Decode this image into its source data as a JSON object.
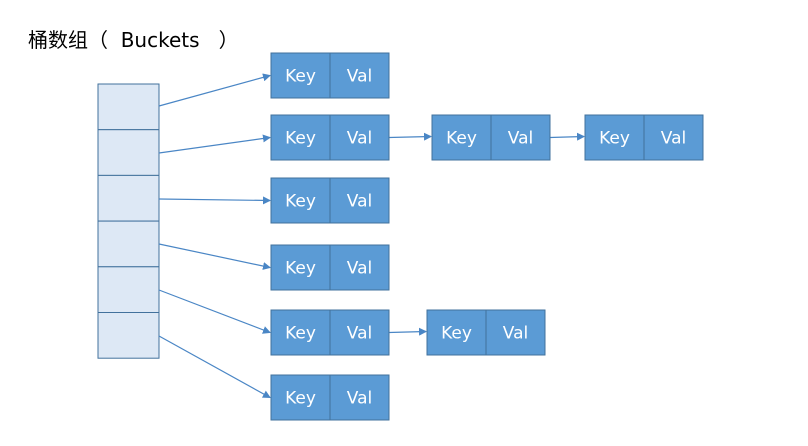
{
  "title": "桶数组（  Buckets   ）",
  "colors": {
    "bucket_fill": "#dde8f5",
    "bucket_stroke": "#41719c",
    "node_fill": "#5b9bd5",
    "node_stroke": "#41719c",
    "arrow": "#4a86c5",
    "node_text": "#ffffff"
  },
  "buckets": [
    {
      "chain": [
        {
          "key": "Key",
          "val": "Val"
        }
      ]
    },
    {
      "chain": [
        {
          "key": "Key",
          "val": "Val"
        },
        {
          "key": "Key",
          "val": "Val"
        },
        {
          "key": "Key",
          "val": "Val"
        }
      ]
    },
    {
      "chain": [
        {
          "key": "Key",
          "val": "Val"
        }
      ]
    },
    {
      "chain": [
        {
          "key": "Key",
          "val": "Val"
        }
      ]
    },
    {
      "chain": [
        {
          "key": "Key",
          "val": "Val"
        },
        {
          "key": "Key",
          "val": "Val"
        }
      ]
    },
    {
      "chain": [
        {
          "key": "Key",
          "val": "Val"
        }
      ]
    }
  ]
}
